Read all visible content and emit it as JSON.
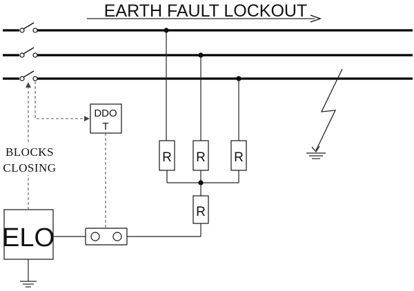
{
  "diagram": {
    "title": "EARTH FAULT LOCKOUT",
    "relay_label_line1": "DDO",
    "relay_label_line2": "T",
    "blocks_label_line1": "BLOCKS",
    "blocks_label_line2": "CLOSING",
    "elo_label": "ELO",
    "resistor_label": "R"
  }
}
